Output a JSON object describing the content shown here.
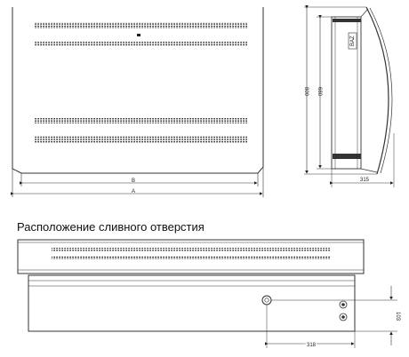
{
  "caption": "Расположение сливного отверстия",
  "front_view": {
    "dim_b": "B",
    "dim_a": "A"
  },
  "side_view": {
    "dim_total_height": "800",
    "dim_body_height": "680",
    "dim_depth": "315",
    "label": "BAZ"
  },
  "drain_view": {
    "dim_drain_height": "103",
    "dim_drain_offset": "318"
  }
}
